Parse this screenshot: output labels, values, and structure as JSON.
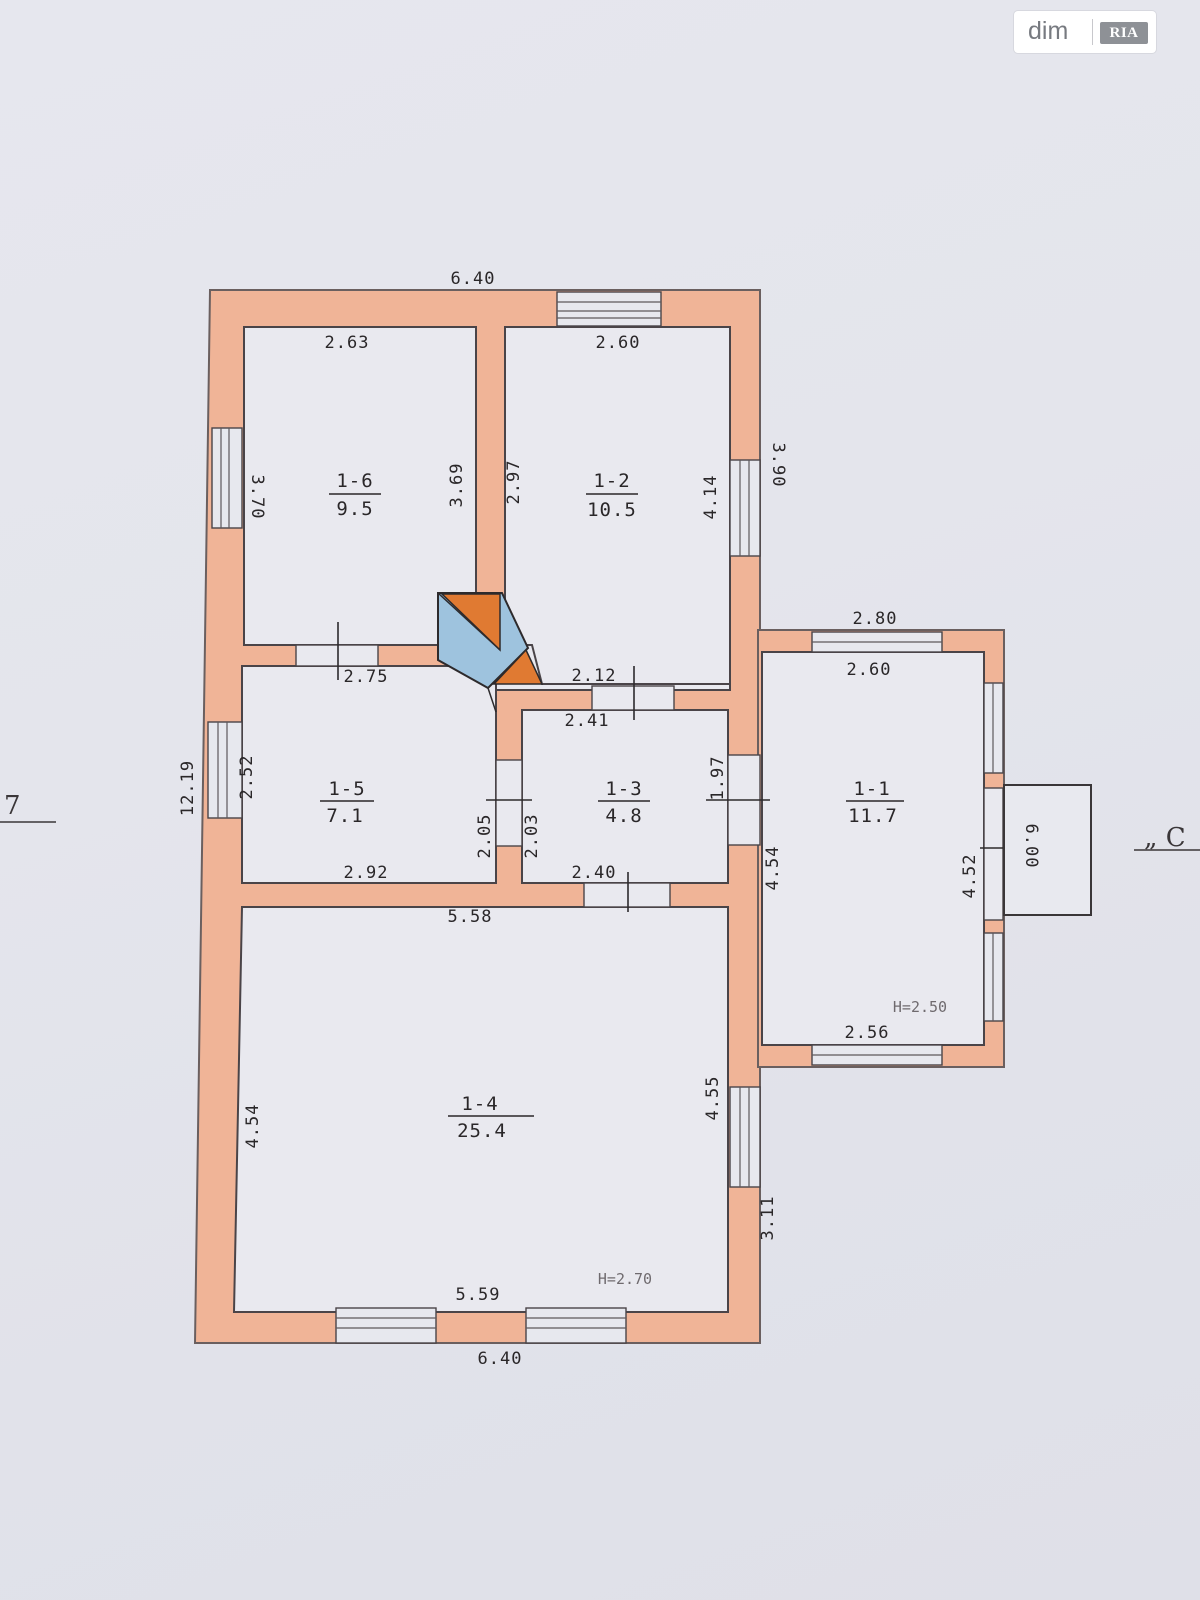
{
  "logo": {
    "main": "dim",
    "badge": "RIA"
  },
  "rooms": {
    "r16": {
      "id": "1-6",
      "area": "9.5"
    },
    "r12": {
      "id": "1-2",
      "area": "10.5"
    },
    "r15": {
      "id": "1-5",
      "area": "7.1"
    },
    "r13": {
      "id": "1-3",
      "area": "4.8"
    },
    "r11": {
      "id": "1-1",
      "area": "11.7"
    },
    "r14": {
      "id": "1-4",
      "area": "25.4"
    }
  },
  "dimensions": {
    "top_overall": "6.40",
    "bottom_overall": "6.40",
    "left_overall": "12.19",
    "r16_width": "2.63",
    "r16_height": "3.70",
    "r16_right": "3.69",
    "r12_width": "2.60",
    "r12_left": "2.97",
    "r12_right": "4.14",
    "right_upper": "3.90",
    "r15_top": "2.75",
    "r15_left": "2.52",
    "r15_bottom": "2.92",
    "r15_right": "2.05",
    "corridor": "2.12",
    "r13_top": "2.41",
    "r13_left": "2.03",
    "r13_right": "1.97",
    "r13_bottom": "2.40",
    "r14_top": "5.58",
    "r14_bottom": "5.59",
    "r14_left": "4.54",
    "r14_right": "4.55",
    "right_lower": "3.11",
    "porch_outer": "2.80",
    "porch_top": "2.60",
    "porch_bottom": "2.56",
    "porch_left": "4.54",
    "porch_right": "4.52",
    "steps": "6.00"
  },
  "heights": {
    "main": "H=2.70",
    "porch": "H=2.50"
  },
  "margin": {
    "left": "7",
    "right": "„ C"
  }
}
